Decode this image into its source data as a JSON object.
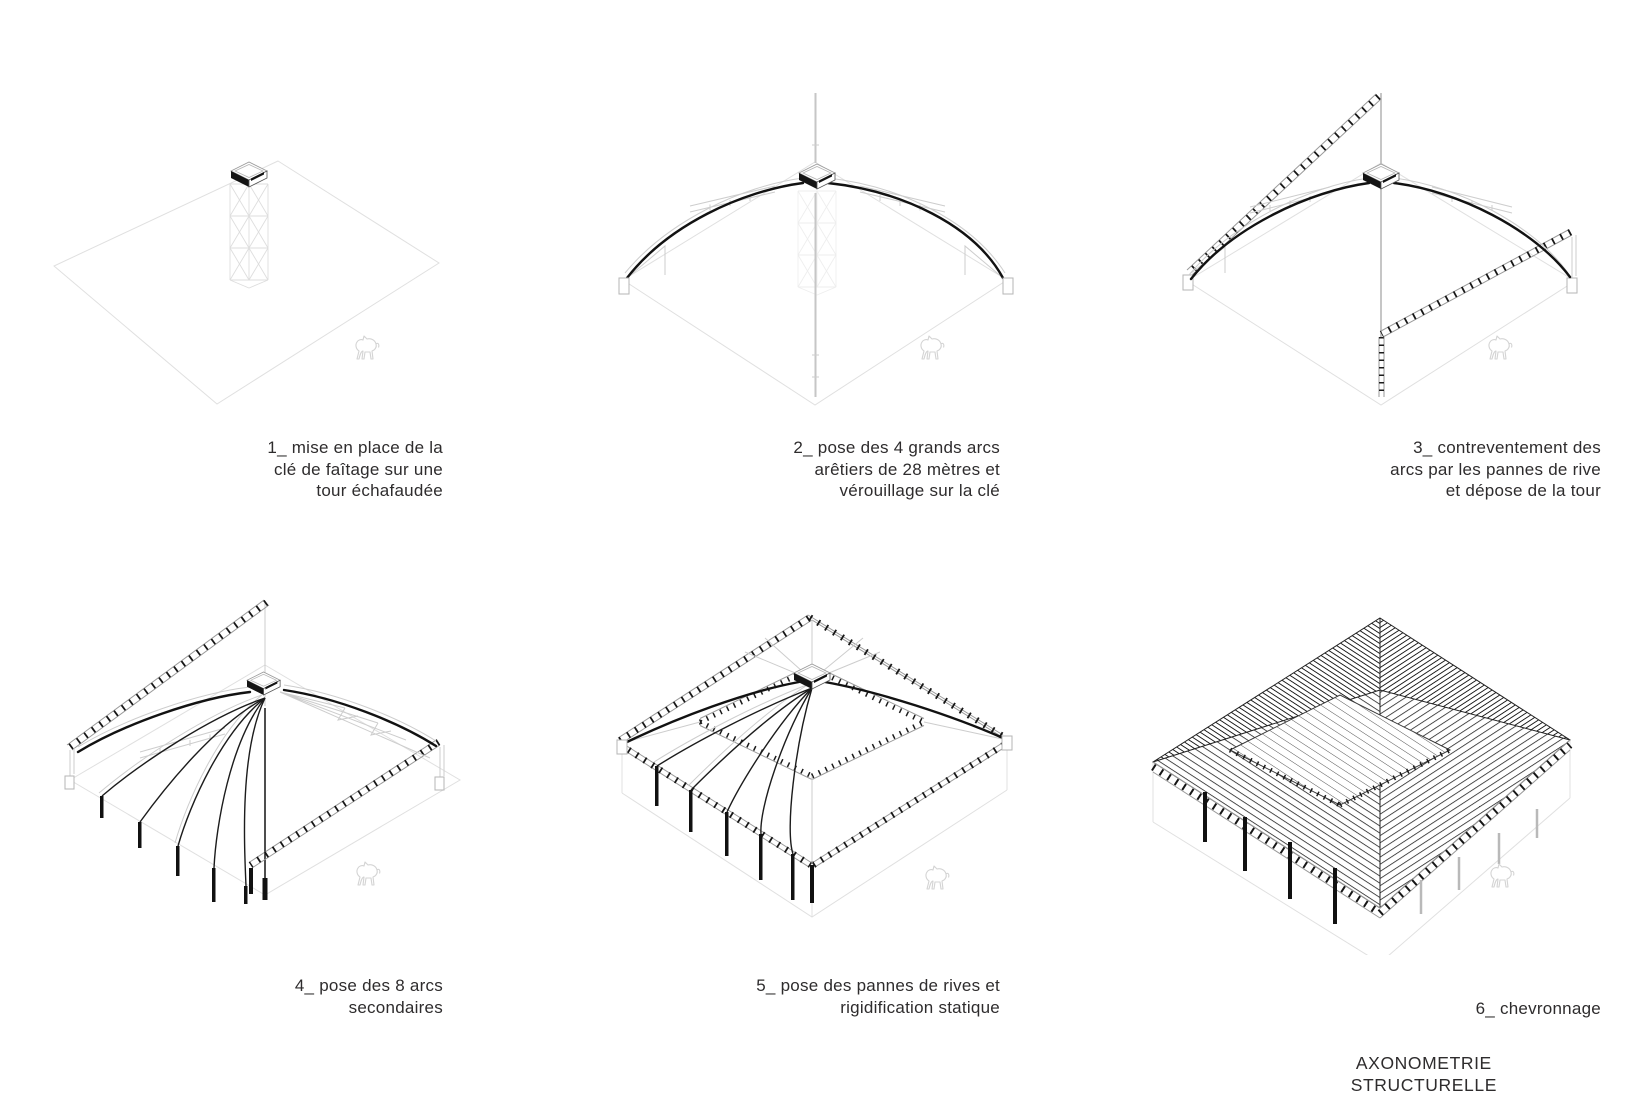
{
  "sheet": {
    "title": "AXONOMETRIE\nSTRUCTURELLE",
    "ink_color": "#1a1a1a",
    "faint_color": "#dedede",
    "background": "#ffffff"
  },
  "phases": [
    {
      "num": "1",
      "caption": "1_ mise en place de la\nclé de faîtage sur une\ntour échafaudée",
      "figure": "scaffold-tower-with-ridge-key"
    },
    {
      "num": "2",
      "caption": "2_ pose des 4 grands arcs\narêtiers de 28 mètres et\nvérouillage sur la clé",
      "figure": "four-main-hip-arches-locked-on-key"
    },
    {
      "num": "3",
      "caption": "3_ contreventement des\narcs par les pannes de rive\net dépose de la tour",
      "figure": "edge-purlin-bracing-tower-removed"
    },
    {
      "num": "4",
      "caption": "4_ pose des  8 arcs\nsecondaires",
      "figure": "eight-secondary-arches-fan"
    },
    {
      "num": "5",
      "caption": "5_ pose des pannes de rives et\nrigidification statique",
      "figure": "perimeter-purlins-static-stiffening"
    },
    {
      "num": "6",
      "caption": "6_ chevronnage",
      "figure": "rafter-layer-complete-roof"
    }
  ],
  "icons": {
    "horse": "horse-scale-figure"
  }
}
